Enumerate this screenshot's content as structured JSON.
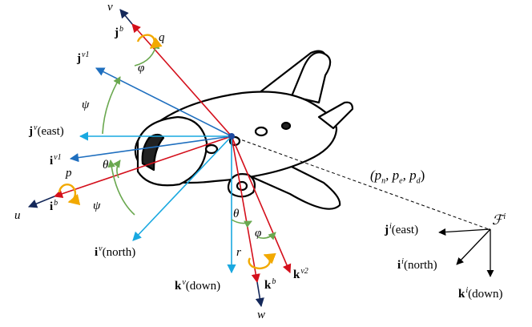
{
  "labels": {
    "v": "v",
    "u": "u",
    "w": "w",
    "jb": "j",
    "jb_sup": "b",
    "q": "q",
    "jv1": "j",
    "jv1_sup": "v1",
    "phi_top": "φ",
    "psi_top": "ψ",
    "jv": "j",
    "jv_sup": "v",
    "jv_paren": "(east)",
    "iv1": "i",
    "iv1_sup": "v1",
    "p": "p",
    "theta_left": "θ",
    "ib": "i",
    "ib_sup": "b",
    "psi_bottom": "ψ",
    "iv": "i",
    "iv_sup": "v",
    "iv_paren": "(north)",
    "theta_bottom": "θ",
    "phi_bottom": "φ",
    "r": "r",
    "kv": "k",
    "kv_sup": "v",
    "kv_paren": "(down)",
    "kb": "k",
    "kb_sup": "b",
    "kv2": "k",
    "kv2_sup": "v2",
    "position": "(p",
    "pn_sub": "n",
    "pe": ", p",
    "pe_sub": "e",
    "pd": ", p",
    "pd_sub": "d",
    "position_close": ")",
    "Fi": "ℱ",
    "Fi_sup": "i",
    "ji": "j",
    "ji_sup": "i",
    "ji_paren": "(east)",
    "ii": "i",
    "ii_sup": "i",
    "ii_paren": "(north)",
    "ki": "k",
    "ki_sup": "i",
    "ki_paren": "(down)"
  },
  "colors": {
    "body_red": "#d4101c",
    "vehicle1_blue": "#1f6fbf",
    "vehicle_cyan": "#19a8e0",
    "navy": "#14285a",
    "angle_green": "#6aa84f",
    "rate_orange": "#f2a900",
    "black": "#000000"
  }
}
